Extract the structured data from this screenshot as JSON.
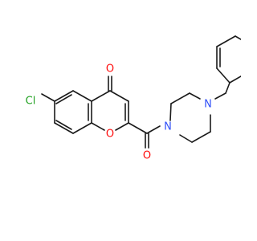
{
  "molecule": {
    "atoms": {
      "carbonyl_oxygen_top": "O",
      "chlorine": "Cl",
      "ring_oxygen": "O",
      "amide_oxygen": "O",
      "piperazine_n1": "N",
      "piperazine_n4": "N"
    },
    "colors": {
      "bond": "#1a1a1a",
      "oxygen": "#ff0d0d",
      "nitrogen": "#3050f8",
      "chlorine": "#1fa01f"
    }
  }
}
